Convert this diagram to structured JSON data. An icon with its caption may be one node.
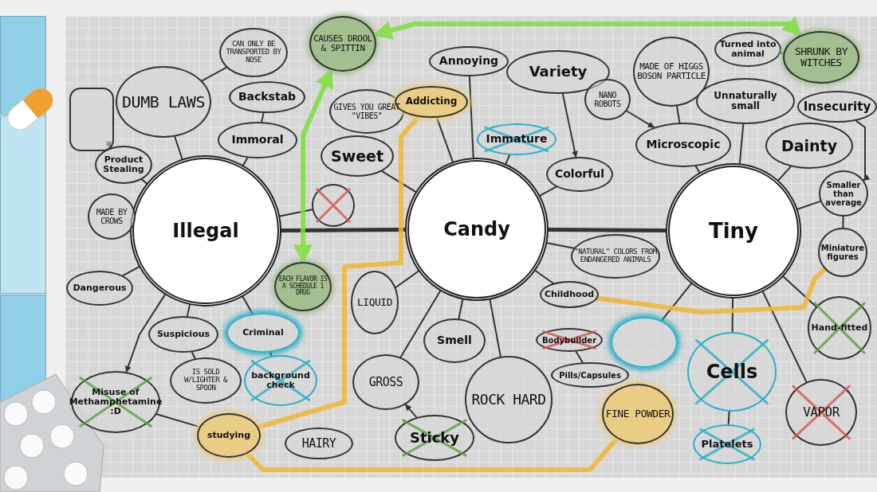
{
  "diagram": {
    "nodes": [
      {
        "text": [
          "Illegal"
        ]
      },
      {
        "text": [
          "Candy"
        ]
      },
      {
        "text": [
          "Tiny"
        ]
      },
      {
        "text": [
          "DUMB LAWS"
        ]
      },
      {
        "text": [
          "CAN ONLY BE TRANSPORTED BY NOSE"
        ]
      },
      {
        "text": [],
        "shape": "box"
      },
      {
        "text": [
          "Backstab"
        ]
      },
      {
        "text": [
          "Immoral"
        ]
      },
      {
        "text": [
          "Product Stealing"
        ]
      },
      {
        "text": [
          "MADE BY CROWS"
        ]
      },
      {
        "text": [],
        "shape": "circle"
      },
      {
        "text": [
          "GIVES YOU GREAT \"VIBES\""
        ]
      },
      {
        "text": [
          "CAUSES DROOL & SPITTIN"
        ]
      },
      {
        "text": [
          "Annoying"
        ]
      },
      {
        "text": [
          "Addicting"
        ]
      },
      {
        "text": [
          "Sweet"
        ]
      },
      {
        "text": [
          "Immature"
        ]
      },
      {
        "text": [
          "Variety"
        ]
      },
      {
        "text": [
          "Colorful"
        ]
      },
      {
        "text": [
          "\"NATURAL\" COLORS FROM ENDANGERED ANIMALS"
        ]
      },
      {
        "text": [
          "NANO ROBOTS"
        ]
      },
      {
        "text": [
          "MADE OF HIGGS BOSON PARTICLE"
        ]
      },
      {
        "text": [
          "Turned into animal"
        ]
      },
      {
        "text": [
          "SHRUNK BY WITCHES"
        ]
      },
      {
        "text": [
          "Unnaturally small"
        ]
      },
      {
        "text": [
          "Microscopic"
        ]
      },
      {
        "text": [
          "Insecurity"
        ]
      },
      {
        "text": [
          "Dainty"
        ]
      },
      {
        "text": [
          "Smaller than average"
        ]
      },
      {
        "text": [
          "Miniature figures"
        ]
      },
      {
        "text": [
          "Hand-fitted"
        ]
      },
      {
        "text": [
          "Dangerous"
        ]
      },
      {
        "text": [
          "Suspicious"
        ]
      },
      {
        "text": [
          "Criminal"
        ]
      },
      {
        "text": [
          "EACH FLAVOR IS A SCHEDULE 1 DRUG"
        ]
      },
      {
        "text": [
          "IS SOLD W/LIGHTER & SPOON"
        ]
      },
      {
        "text": [
          "background check"
        ]
      },
      {
        "text": [
          "Misuse of Methamphetamine :D"
        ]
      },
      {
        "text": [
          "studying"
        ]
      },
      {
        "text": [
          "LIQUID"
        ]
      },
      {
        "text": [
          "Smell"
        ]
      },
      {
        "text": [
          "GROSS"
        ]
      },
      {
        "text": [
          "Sticky"
        ]
      },
      {
        "text": [
          "HAIRY"
        ]
      },
      {
        "text": [
          "ROCK HARD"
        ]
      },
      {
        "text": [
          "Childhood"
        ]
      },
      {
        "text": [
          "Bodybuilder"
        ]
      },
      {
        "text": [
          "Pills/Capsules"
        ]
      },
      {
        "text": [],
        "shape": "circle"
      },
      {
        "text": [
          "FINE POWDER"
        ]
      },
      {
        "text": [
          "Cells"
        ]
      },
      {
        "text": [
          "Platelets"
        ]
      },
      {
        "text": [
          "VAPOR"
        ]
      }
    ],
    "edges": [
      {
        "from": 0,
        "to": 1,
        "arrow": "none",
        "style": "thick"
      },
      {
        "from": 1,
        "to": 2,
        "arrow": "none",
        "style": "thick"
      },
      {
        "from": 3,
        "to": 0,
        "arrow": "none"
      },
      {
        "from": 7,
        "to": 0,
        "arrow": "none"
      },
      {
        "from": 6,
        "to": 7,
        "arrow": "none"
      },
      {
        "from": 3,
        "to": 4,
        "arrow": "none"
      },
      {
        "from": 5,
        "to": 8,
        "arrow": "to"
      },
      {
        "from": 8,
        "to": 0,
        "arrow": "none"
      },
      {
        "from": 9,
        "to": 0,
        "arrow": "none"
      },
      {
        "from": 10,
        "to": 0,
        "arrow": "none"
      },
      {
        "from": 31,
        "to": 0,
        "arrow": "none"
      },
      {
        "from": 32,
        "to": 0,
        "arrow": "none"
      },
      {
        "from": 0,
        "to": 37,
        "arrow": "to"
      },
      {
        "from": 33,
        "to": 0,
        "arrow": "none"
      },
      {
        "from": 33,
        "to": 36,
        "arrow": "none"
      },
      {
        "from": 35,
        "to": 32,
        "arrow": "none"
      },
      {
        "from": 37,
        "to": 38,
        "arrow": "none"
      },
      {
        "from": 15,
        "to": 1,
        "arrow": "none"
      },
      {
        "from": 14,
        "to": 1,
        "arrow": "none"
      },
      {
        "from": 16,
        "to": 1,
        "arrow": "none"
      },
      {
        "from": 13,
        "to": 1,
        "arrow": "none"
      },
      {
        "from": 17,
        "to": 18,
        "arrow": "to"
      },
      {
        "from": 18,
        "to": 1,
        "arrow": "none"
      },
      {
        "from": 19,
        "to": 1,
        "arrow": "none"
      },
      {
        "from": 45,
        "to": 1,
        "arrow": "none"
      },
      {
        "from": 40,
        "to": 1,
        "arrow": "none"
      },
      {
        "from": 39,
        "to": 1,
        "arrow": "none"
      },
      {
        "from": 41,
        "to": 1,
        "arrow": "none"
      },
      {
        "from": 1,
        "to": 44,
        "arrow": "none"
      },
      {
        "from": 42,
        "to": 41,
        "arrow": "to"
      },
      {
        "from": 47,
        "to": 46,
        "arrow": "none"
      },
      {
        "from": 24,
        "to": 2,
        "arrow": "none"
      },
      {
        "from": 25,
        "to": 2,
        "arrow": "none"
      },
      {
        "from": 27,
        "to": 2,
        "arrow": "none"
      },
      {
        "from": 28,
        "to": 2,
        "arrow": "none"
      },
      {
        "from": 26,
        "to": 28,
        "arrow": "to"
      },
      {
        "from": 29,
        "to": 28,
        "arrow": "none"
      },
      {
        "from": 21,
        "to": 25,
        "arrow": "none"
      },
      {
        "from": 20,
        "to": 25,
        "arrow": "to"
      },
      {
        "from": 22,
        "to": 23,
        "arrow": "none"
      },
      {
        "from": 48,
        "to": 2,
        "arrow": "none"
      },
      {
        "from": 50,
        "to": 2,
        "arrow": "none"
      },
      {
        "from": 52,
        "to": 2,
        "arrow": "none"
      },
      {
        "from": 50,
        "to": 51,
        "arrow": "none"
      },
      {
        "from": 30,
        "to": 2,
        "arrow": "none"
      },
      {
        "from": 12,
        "to": 34,
        "arrow": "both",
        "style": "thick",
        "color": "#7ee03a"
      },
      {
        "from": 12,
        "to": 23,
        "arrow": "both",
        "style": "thick",
        "color": "#7ee03a"
      },
      {
        "from": 14,
        "to": 38,
        "arrow": "none",
        "style": "thick",
        "color": "#f2b632"
      },
      {
        "from": 38,
        "to": 49,
        "arrow": "none",
        "style": "thick",
        "color": "#f2b632"
      },
      {
        "from": 45,
        "to": 29,
        "arrow": "none",
        "style": "thick",
        "color": "#f2b632"
      }
    ]
  }
}
